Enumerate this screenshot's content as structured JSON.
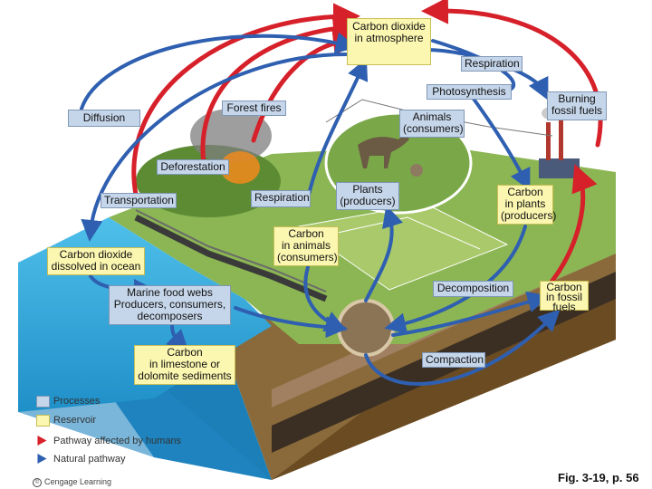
{
  "colors": {
    "process_fill": "#c6d6ea",
    "reservoir_fill": "#fbf6b0",
    "human_arrow": "#d6202a",
    "natural_arrow": "#2f5fb0",
    "ocean": "#2aa5d8",
    "land": "#7fae48"
  },
  "labels": {
    "co2_atmosphere": "Carbon dioxide\nin atmosphere",
    "respiration_top": "Respiration",
    "photosynthesis": "Photosynthesis",
    "burning_fossil_fuels": "Burning\nfossil fuels",
    "forest_fires": "Forest fires",
    "diffusion": "Diffusion",
    "animals_consumers": "Animals\n(consumers)",
    "deforestation": "Deforestation",
    "transportation": "Transportation",
    "respiration_mid": "Respiration",
    "plants_producers": "Plants\n(producers)",
    "carbon_in_plants": "Carbon\nin plants\n(producers)",
    "carbon_in_animals": "Carbon\nin animals\n(consumers)",
    "co2_dissolved_ocean": "Carbon dioxide\ndissolved in ocean",
    "marine_food_webs": "Marine food webs\nProducers, consumers,\ndecomposers",
    "decomposition": "Decomposition",
    "carbon_in_fossil_fuels": "Carbon\nin fossil\nfuels",
    "compaction": "Compaction",
    "carbon_in_limestone": "Carbon\nin limestone or\ndolomite sediments"
  },
  "legend": {
    "processes": "Processes",
    "reservoir": "Reservoir",
    "human_pathway": "Pathway affected by humans",
    "natural_pathway": "Natural pathway"
  },
  "credit": "Cengage Learning",
  "figure_ref": "Fig. 3-19, p. 56"
}
